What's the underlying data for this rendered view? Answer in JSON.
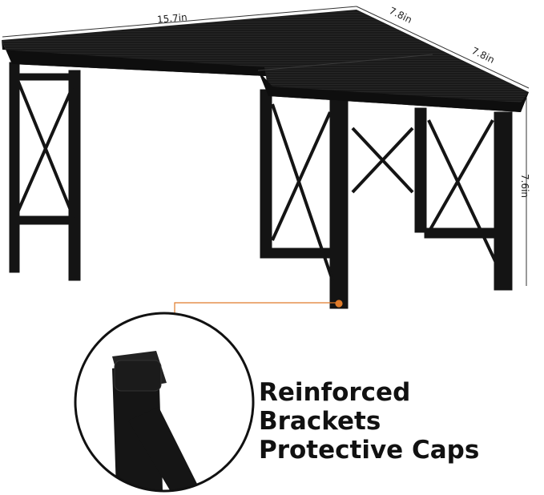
{
  "dimensions": {
    "width": "15.7in",
    "depth_back": "7.8in",
    "depth_front": "7.8in",
    "height": "7.6in"
  },
  "feature_text": [
    "Reinforced",
    "Brackets",
    "Protective Caps"
  ],
  "colors": {
    "accent": "#e07b2a",
    "product": "#141414"
  }
}
